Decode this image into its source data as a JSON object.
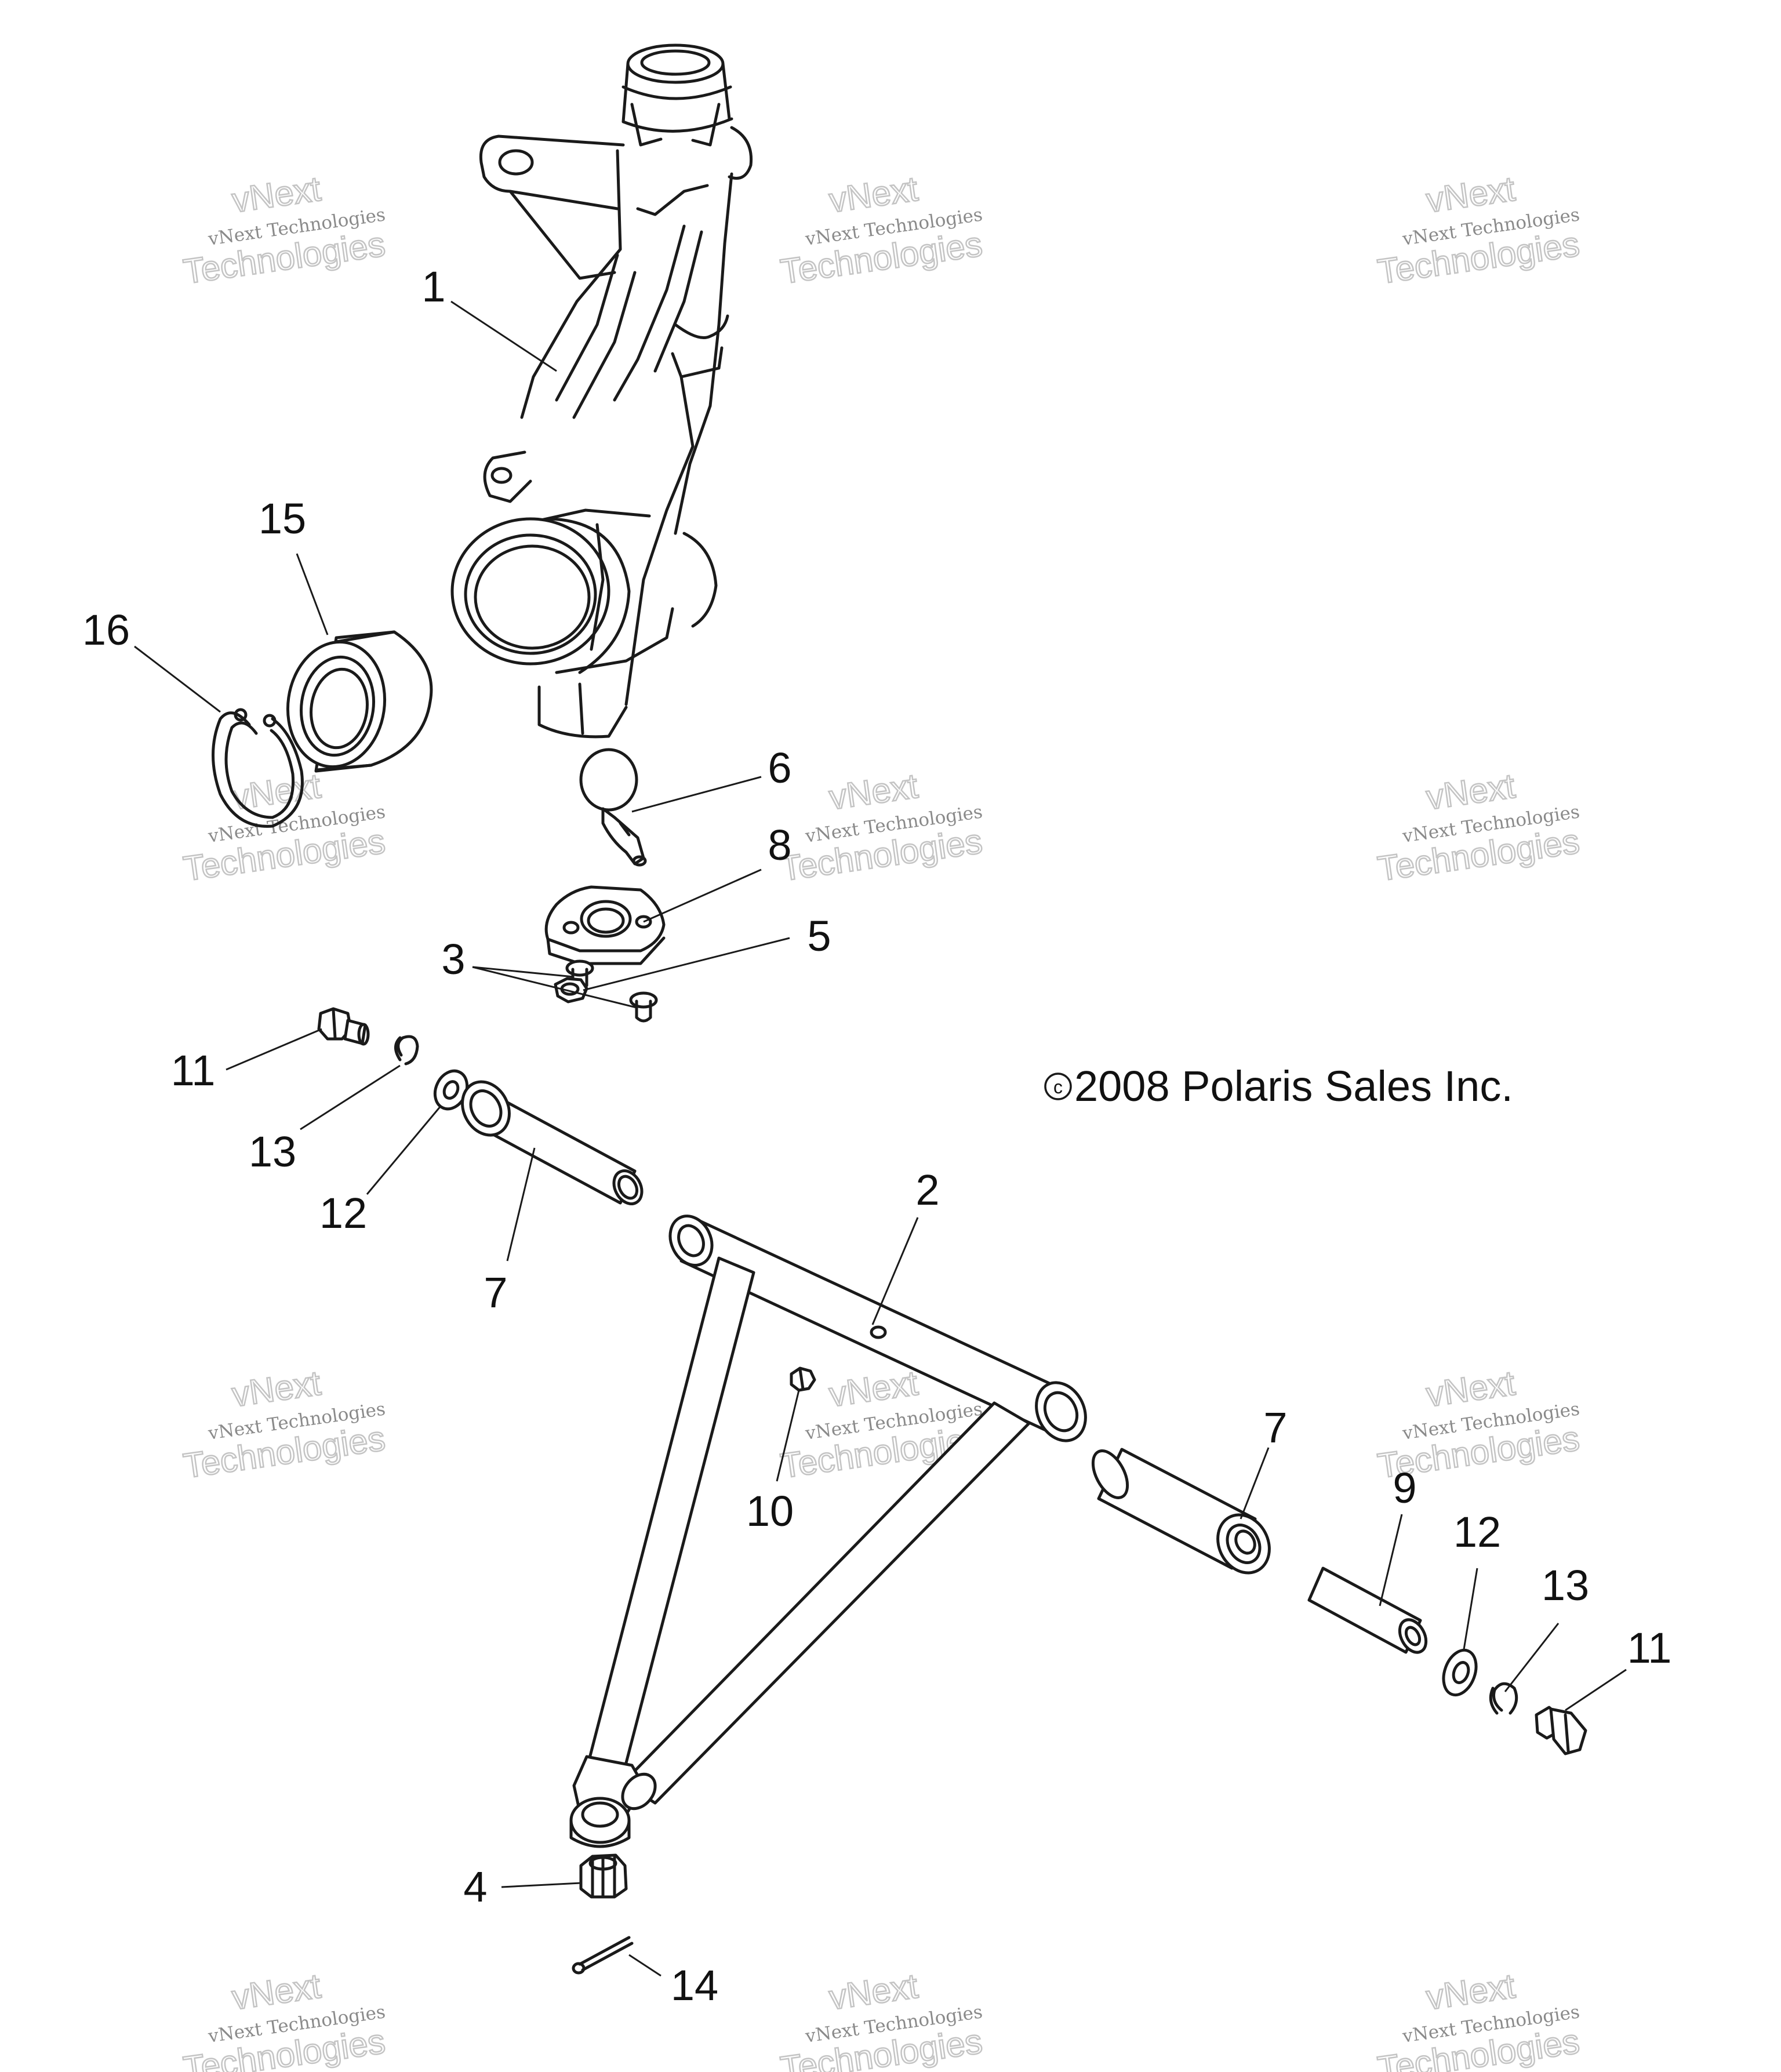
{
  "copyright": "2008 Polaris Sales Inc.",
  "copyright_symbol": "c",
  "watermark": {
    "line1": "vNext Technologies",
    "line2": "Technologies",
    "line3": "vNext"
  },
  "callouts": {
    "c1": "1",
    "c2": "2",
    "c3": "3",
    "c4": "4",
    "c5": "5",
    "c6": "6",
    "c7a": "7",
    "c7b": "7",
    "c8": "8",
    "c9": "9",
    "c10": "10",
    "c11a": "11",
    "c11b": "11",
    "c12a": "12",
    "c12b": "12",
    "c13a": "13",
    "c13b": "13",
    "c14": "14",
    "c15": "15",
    "c16": "16"
  },
  "parts": [
    {
      "ref": "1",
      "icon": "steering-knuckle-icon"
    },
    {
      "ref": "2",
      "icon": "a-arm-icon"
    },
    {
      "ref": "3",
      "icon": "rivet-icon"
    },
    {
      "ref": "4",
      "icon": "castle-nut-icon"
    },
    {
      "ref": "5",
      "icon": "nut-icon"
    },
    {
      "ref": "6",
      "icon": "ball-joint-icon"
    },
    {
      "ref": "7",
      "icon": "bushing-icon"
    },
    {
      "ref": "8",
      "icon": "ball-joint-plate-icon"
    },
    {
      "ref": "9",
      "icon": "pivot-tube-icon"
    },
    {
      "ref": "10",
      "icon": "grease-fitting-icon"
    },
    {
      "ref": "11",
      "icon": "bolt-icon"
    },
    {
      "ref": "12",
      "icon": "washer-icon"
    },
    {
      "ref": "13",
      "icon": "lock-washer-icon"
    },
    {
      "ref": "14",
      "icon": "cotter-pin-icon"
    },
    {
      "ref": "15",
      "icon": "bearing-icon"
    },
    {
      "ref": "16",
      "icon": "retaining-ring-icon"
    }
  ]
}
